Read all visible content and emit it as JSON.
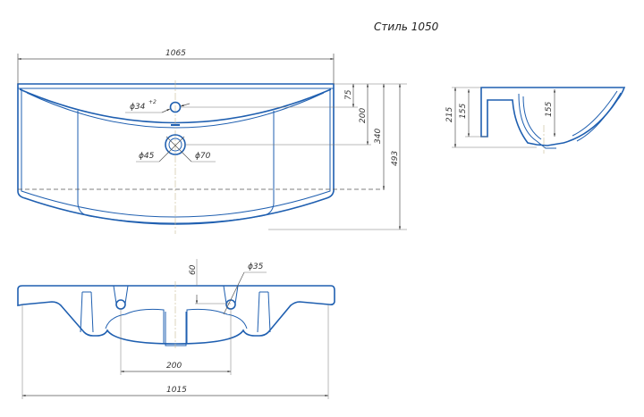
{
  "title": "Стиль 1050",
  "top_view": {
    "width": "1065",
    "faucet_hole": "ϕ34",
    "faucet_tol": "+2",
    "drain_inner": "ϕ45",
    "drain_outer": "ϕ70",
    "dim_75": "75",
    "dim_200": "200",
    "dim_340": "340",
    "dim_493": "493"
  },
  "side_view": {
    "height": "215",
    "depth_left": "155",
    "depth_bowl": "155"
  },
  "front_view": {
    "dim_60": "60",
    "overflow_hole": "ϕ35",
    "spacing": "200",
    "width": "1015"
  }
}
